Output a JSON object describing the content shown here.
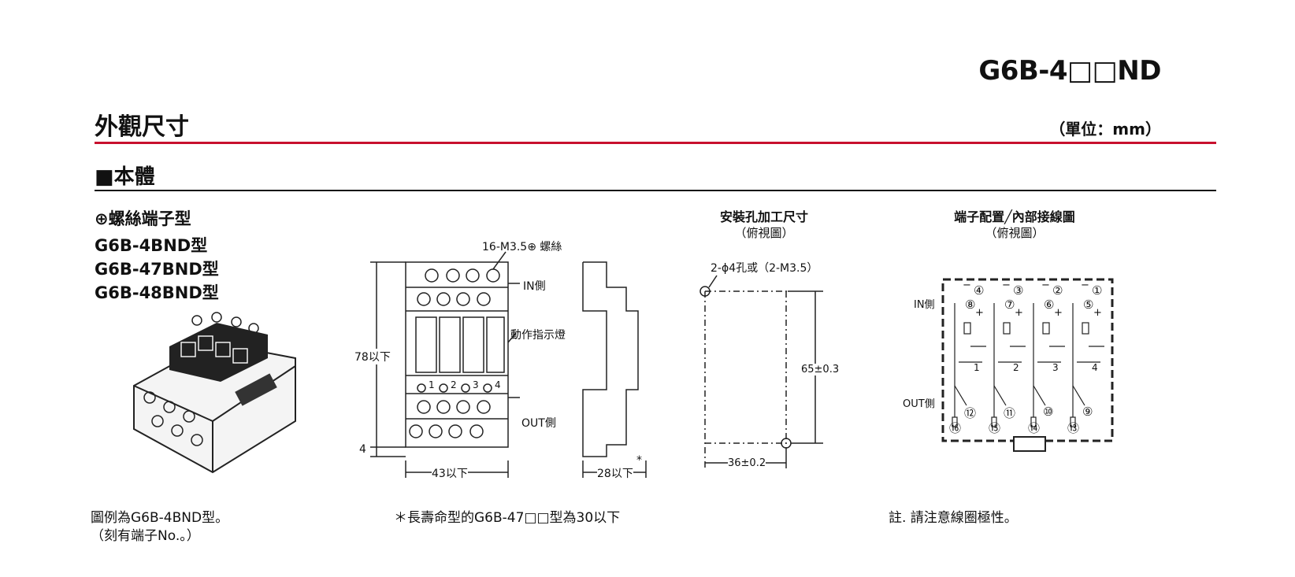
{
  "header": {
    "model": "G6B-4□□ND",
    "section_title": "外觀尺寸",
    "unit": "（單位：mm）",
    "subsection": "■本體"
  },
  "product": {
    "type_title": "⊕螺絲端子型",
    "models": [
      "G6B-4BND型",
      "G6B-47BND型",
      "G6B-48BND型"
    ],
    "caption_line1": "圖例為G6B-4BND型。",
    "caption_line2": "（刻有端子No.。）"
  },
  "dimension_drawing": {
    "screw_label": "16-M3.5⊕ 螺絲",
    "in_side": "IN側",
    "indicator": "動作指示燈",
    "out_side": "OUT側",
    "height": "78以下",
    "offset": "4",
    "width": "43以下",
    "depth": "28以下",
    "asterisk": "*",
    "led_numbers": [
      "1",
      "2",
      "3",
      "4"
    ],
    "footnote": "＊長壽命型的G6B-47□□型為30以下"
  },
  "mounting": {
    "title": "安裝孔加工尺寸",
    "subtitle": "（俯視圖）",
    "hole_label": "2-ϕ4孔或（2-M3.5）",
    "vertical": "65±0.3",
    "horizontal": "36±0.2"
  },
  "terminal": {
    "title": "端子配置╱內部接線圖",
    "subtitle": "（俯視圖）",
    "in_side": "IN側",
    "out_side": "OUT側",
    "top_terminals": [
      "④",
      "③",
      "②",
      "①"
    ],
    "inner_terminals": [
      "⑧",
      "⑦",
      "⑥",
      "⑤"
    ],
    "channel_numbers": [
      "1",
      "2",
      "3",
      "4"
    ],
    "out_upper": [
      "⑫",
      "⑪",
      "⑩",
      "⑨"
    ],
    "out_lower": [
      "⑯",
      "⑮",
      "⑭",
      "⑬"
    ],
    "minus": "−",
    "plus": "+",
    "note": "註. 請注意線圈極性。"
  }
}
